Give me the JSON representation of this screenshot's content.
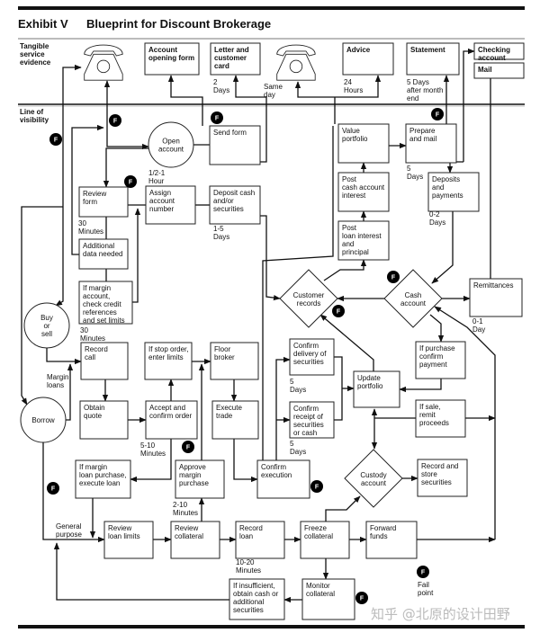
{
  "title": {
    "exhibit": "Exhibit V",
    "heading": "Blueprint for Discount Brokerage"
  },
  "lanes": {
    "tangible": [
      "Tangible",
      "service",
      "evidence"
    ],
    "visibility": [
      "Line of",
      "visibility"
    ]
  },
  "nodes": {
    "account_opening_form": {
      "shape": "box",
      "lines": [
        "Account",
        "opening form"
      ],
      "bold": true
    },
    "letter_card": {
      "shape": "box",
      "lines": [
        "Letter and",
        "customer",
        "card"
      ],
      "bold": true
    },
    "advice": {
      "shape": "box",
      "lines": [
        "Advice"
      ],
      "bold": true
    },
    "statement": {
      "shape": "box",
      "lines": [
        "Statement"
      ],
      "bold": true
    },
    "checking_account": {
      "shape": "box",
      "lines": [
        "Checking",
        "account"
      ],
      "bold": true
    },
    "mail": {
      "shape": "box",
      "lines": [
        "Mail"
      ],
      "bold": true
    },
    "open_account": {
      "shape": "circle",
      "lines": [
        "Open",
        "account"
      ]
    },
    "send_form": {
      "shape": "box",
      "lines": [
        "Send form"
      ]
    },
    "review_form": {
      "shape": "box",
      "lines": [
        "Review",
        "form"
      ]
    },
    "assign_number": {
      "shape": "box",
      "lines": [
        "Assign",
        "account",
        "number"
      ]
    },
    "deposit_cash": {
      "shape": "box",
      "lines": [
        "Deposit cash",
        "and/or",
        "securities"
      ]
    },
    "additional_data": {
      "shape": "box",
      "lines": [
        "Additional",
        "data needed"
      ]
    },
    "margin_check": {
      "shape": "box",
      "lines": [
        "If margin",
        "account,",
        "check credit",
        "references",
        "and set limits"
      ]
    },
    "buy_sell": {
      "shape": "circle",
      "lines": [
        "Buy",
        "or",
        "sell"
      ]
    },
    "value_portfolio": {
      "shape": "box",
      "lines": [
        "Value",
        "portfolio"
      ]
    },
    "prepare_mail": {
      "shape": "box",
      "lines": [
        "Prepare",
        "and mail"
      ]
    },
    "post_cash_interest": {
      "shape": "box",
      "lines": [
        "Post",
        "cash account",
        "interest"
      ]
    },
    "post_loan_interest": {
      "shape": "box",
      "lines": [
        "Post",
        "loan interest",
        "and",
        "principal"
      ]
    },
    "deposits_payments": {
      "shape": "box",
      "lines": [
        "Deposits",
        "and",
        "payments"
      ]
    },
    "customer_records": {
      "shape": "diamond",
      "lines": [
        "Customer",
        "records"
      ]
    },
    "cash_account": {
      "shape": "diamond",
      "lines": [
        "Cash",
        "account"
      ]
    },
    "remittances": {
      "shape": "box",
      "lines": [
        "Remittances"
      ]
    },
    "record_call": {
      "shape": "box",
      "lines": [
        "Record",
        "call"
      ]
    },
    "obtain_quote": {
      "shape": "box",
      "lines": [
        "Obtain",
        "quote"
      ]
    },
    "borrow": {
      "shape": "circle",
      "lines": [
        "Borrow"
      ]
    },
    "stop_order": {
      "shape": "box",
      "lines": [
        "If stop order,",
        "enter limits"
      ]
    },
    "accept_order": {
      "shape": "box",
      "lines": [
        "Accept and",
        "confirm order"
      ]
    },
    "floor_broker": {
      "shape": "box",
      "lines": [
        "Floor",
        "broker"
      ]
    },
    "execute_trade": {
      "shape": "box",
      "lines": [
        "Execute",
        "trade"
      ]
    },
    "margin_loan_purchase": {
      "shape": "box",
      "lines": [
        "If margin",
        "loan purchase,",
        "execute loan"
      ]
    },
    "approve_margin": {
      "shape": "box",
      "lines": [
        "Approve",
        "margin",
        "purchase"
      ]
    },
    "confirm_execution": {
      "shape": "box",
      "lines": [
        "Confirm",
        "execution"
      ]
    },
    "confirm_delivery": {
      "shape": "box",
      "lines": [
        "Confirm",
        "delivery of",
        "securities"
      ]
    },
    "confirm_receipt": {
      "shape": "box",
      "lines": [
        "Confirm",
        "receipt of",
        "securities",
        "or cash"
      ]
    },
    "update_portfolio": {
      "shape": "box",
      "lines": [
        "Update",
        "portfolio"
      ]
    },
    "purchase_payment": {
      "shape": "box",
      "lines": [
        "If purchase",
        "confirm",
        "payment"
      ]
    },
    "sale_proceeds": {
      "shape": "box",
      "lines": [
        "If sale,",
        "remit",
        "proceeds"
      ]
    },
    "custody_account": {
      "shape": "diamond",
      "lines": [
        "Custody",
        "account"
      ]
    },
    "record_store": {
      "shape": "box",
      "lines": [
        "Record and",
        "store",
        "securities"
      ]
    },
    "review_loan_limits": {
      "shape": "box",
      "lines": [
        "Review",
        "loan limits"
      ]
    },
    "review_collateral": {
      "shape": "box",
      "lines": [
        "Review",
        "collateral"
      ]
    },
    "record_loan": {
      "shape": "box",
      "lines": [
        "Record",
        "loan"
      ]
    },
    "freeze_collateral": {
      "shape": "box",
      "lines": [
        "Freeze",
        "collateral"
      ]
    },
    "forward_funds": {
      "shape": "box",
      "lines": [
        "Forward",
        "funds"
      ]
    },
    "insufficient": {
      "shape": "box",
      "lines": [
        "If insufficient,",
        "obtain cash or",
        "additional",
        "securities"
      ]
    },
    "monitor_collateral": {
      "shape": "box",
      "lines": [
        "Monitor",
        "collateral"
      ]
    }
  },
  "notes": {
    "two_days": [
      "2",
      "Days"
    ],
    "same_day": [
      "Same",
      "day"
    ],
    "hours_24": [
      "24",
      "Hours"
    ],
    "after_month_end": [
      "5 Days",
      "after month",
      "end"
    ],
    "half_hour": [
      "1/2-1",
      "Hour"
    ],
    "review_30": [
      "30",
      "Minutes"
    ],
    "deposit_days": [
      "1-5",
      "Days"
    ],
    "margin_30": [
      "30",
      "Minutes"
    ],
    "prepare_days": [
      "5",
      "Days"
    ],
    "deposits_days": [
      "0-2",
      "Days"
    ],
    "remit_day": [
      "0-1",
      "Day"
    ],
    "margin_loans": [
      "Margin",
      "loans"
    ],
    "accept_minutes": [
      "5-10",
      "Minutes"
    ],
    "approve_minutes": [
      "2-10",
      "Minutes"
    ],
    "delivery_days": [
      "5",
      "Days"
    ],
    "receipt_days": [
      "5",
      "Days"
    ],
    "general_purpose": [
      "General",
      "purpose"
    ],
    "record_loan_minutes": [
      "10-20",
      "Minutes"
    ]
  },
  "fail_point_icon": "F",
  "legend": {
    "icon": "F",
    "label": [
      "Fail",
      "point"
    ]
  },
  "icons": {
    "phone": "telephone-icon",
    "fail": "fail-point-icon"
  },
  "watermark": "知乎 @北原的设计田野"
}
